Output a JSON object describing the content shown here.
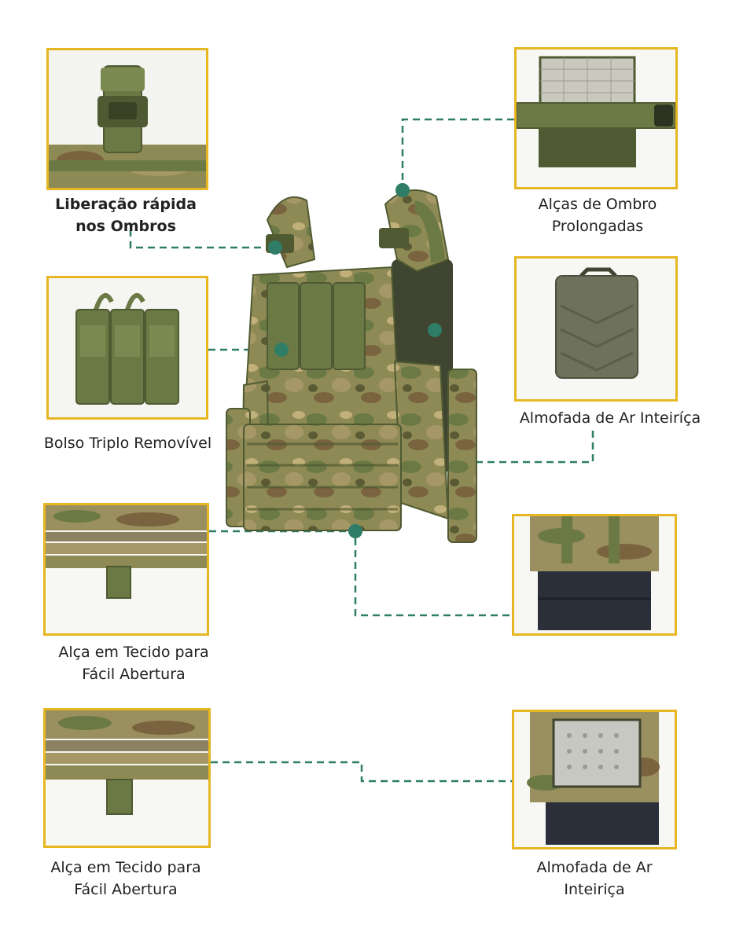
{
  "colors": {
    "frame": "#e7b623",
    "connector": "#2f7d66",
    "text": "#222222",
    "olive": "#6b7a45",
    "olive_dark": "#4f5a32",
    "camo_tan": "#a69766",
    "camo_brown": "#7a6440",
    "navy": "#2b2f3a"
  },
  "labels": {
    "quick_release": "Liberação rápida\nnos Ombros",
    "shoulder_straps": "Alças de Ombro\nProlongadas",
    "triple_pouch": "Bolso Triplo Removível",
    "air_pad_1": "Almofada de Ar Inteiríça",
    "pull_tab_1": "Alça em Tecido para\nFácil Abertura",
    "pull_tab_2": "Alça em Tecido para\nFácil Abertura",
    "air_pad_2": "Almofada de Ar\nInteiriça"
  },
  "icons": {
    "connector_dot": "teal-dot"
  }
}
